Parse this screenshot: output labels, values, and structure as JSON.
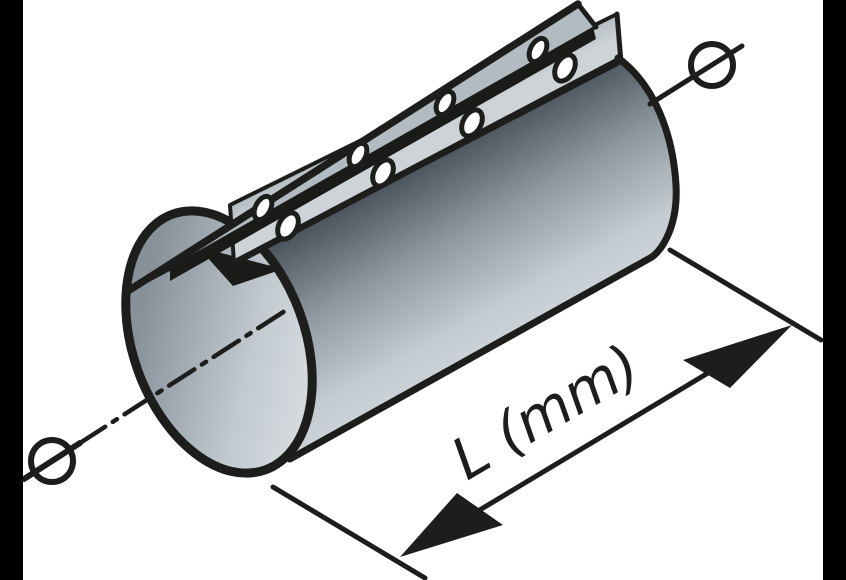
{
  "figure": {
    "type": "technical-line-drawing",
    "subject": "pipe-repair-clamp-cylinder-isometric",
    "dimension_label": "L (mm)",
    "diameter_symbol_top_right": "Ø",
    "diameter_symbol_bottom_left": "Ø",
    "bolt_hole_count": 8,
    "colors": {
      "background": "#ffffff",
      "side_bars": "#000000",
      "line": "#1d1d1b",
      "shadow_band": "#1a1a19",
      "metal_dark": "#434c54",
      "metal_mid": "#8e98a0",
      "metal_light": "#d5dade",
      "flange_face": "#c6cdd3"
    }
  }
}
